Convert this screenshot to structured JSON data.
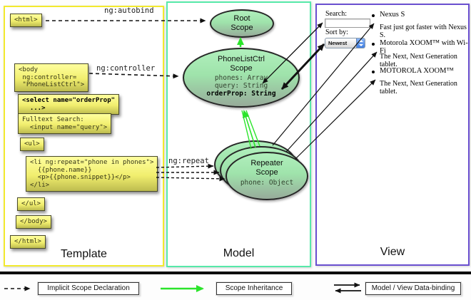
{
  "colors": {
    "template_border": "#f2e92e",
    "model_border": "#57e9a9",
    "view_border": "#6a4fd0",
    "code_box_top": "#ffff9e",
    "code_box_bottom": "#bdbc4f",
    "ellipse_top": "#b0efbc",
    "ellipse_bottom": "#97ab9a",
    "inheritance_arrow": "#2be42b",
    "binding_arrow": "#111111"
  },
  "panels": {
    "template": {
      "title": "Template"
    },
    "model": {
      "title": "Model"
    },
    "view": {
      "title": "View"
    }
  },
  "labels": {
    "autobind": "ng:autobind",
    "controller": "ng:controller",
    "repeat": "ng:repeat"
  },
  "code": {
    "html_open": "<html>",
    "body_open": "<body\n ng:controller=\n \"PhoneListCtrl\">",
    "select": "<select name=\"orderProp\"\n  ...>",
    "fulltext": "Fulltext Search:\n  <input name=\"query\">",
    "ul_open": "<ul>",
    "li": "<li ng:repeat=\"phone in phones\">\n  {{phone.name}}\n  <p>{{phone.snippet}}</p>\n</li>",
    "ul_close": "</ul>",
    "body_close": "</body>",
    "html_close": "</html>"
  },
  "model": {
    "root_scope": {
      "title": "Root\nScope"
    },
    "phonelist_scope": {
      "title": "PhoneListCtrl\nScope",
      "props": "phones: Array\nquery: String",
      "prop_bold": "orderProp: String"
    },
    "repeater_scope": {
      "title": "Repeater\nScope",
      "prop": "phone: Object"
    }
  },
  "view": {
    "search_label": "Search:",
    "sort_label": "Sort by:",
    "sort_value": "Newest",
    "items": [
      {
        "name": "Nexus S",
        "desc": "Fast just got faster with Nexus S."
      },
      {
        "name": "Motorola XOOM™ with Wi-Fi",
        "desc": "The Next, Next Generation tablet."
      },
      {
        "name": "MOTOROLA XOOM™",
        "desc": "The Next, Next Generation tablet."
      }
    ]
  },
  "legend": {
    "implicit": "Implicit Scope Declaration",
    "inheritance": "Scope Inheritance",
    "binding": "Model / View Data-binding"
  }
}
